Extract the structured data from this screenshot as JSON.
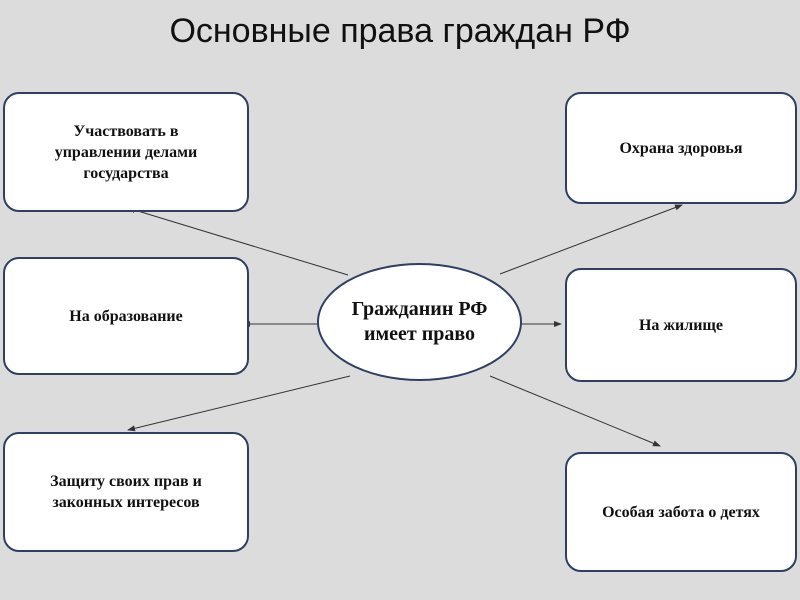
{
  "title": "Основные права граждан РФ",
  "center": {
    "label": "Гражданин РФ имеет право"
  },
  "boxes": {
    "participate": "Участвовать в управлении делами государства",
    "education": "На образование",
    "protection": "Защиту своих прав и законных интересов",
    "health": "Охрана здоровья",
    "housing": "На жилище",
    "children": "Особая забота о детях"
  },
  "colors": {
    "border": "#2f3f63",
    "background": "#dcdcdc",
    "line": "#333333"
  }
}
